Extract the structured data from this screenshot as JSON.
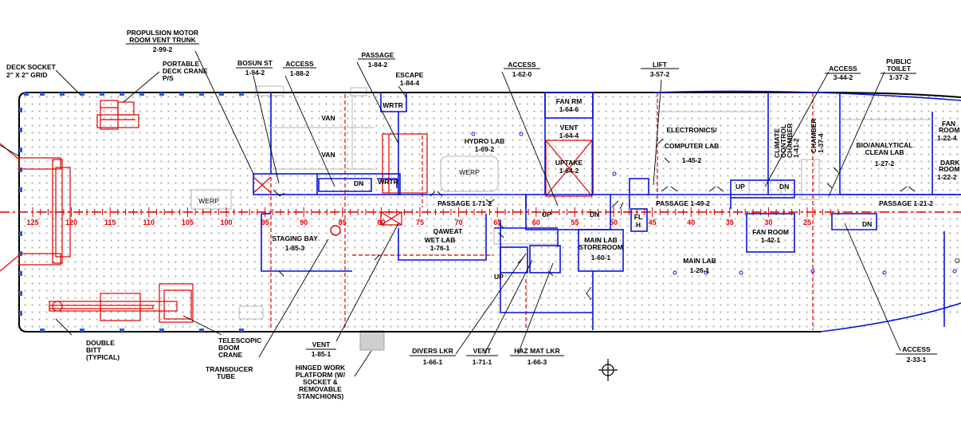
{
  "callouts": {
    "deck_socket": [
      "DECK SOCKET",
      "2\" X 2\" GRID"
    ],
    "portable_crane": [
      "PORTABLE",
      "DECK CRANE",
      "P/S"
    ],
    "propulsion": [
      "PROPULSION MOTOR",
      "ROOM VENT TRUNK",
      "2-99-2"
    ],
    "bosun": [
      "BOSUN ST",
      "1-94-2"
    ],
    "access_188": [
      "ACCESS",
      "1-88-2"
    ],
    "passage_184": [
      "PASSAGE",
      "1-84-2"
    ],
    "escape": [
      "ESCAPE",
      "1-84-4"
    ],
    "access_162": [
      "ACCESS",
      "1-62-0"
    ],
    "lift": [
      "LIFT",
      "3-57-2"
    ],
    "access_344": [
      "ACCESS",
      "3-44-2"
    ],
    "public_toilet": [
      "PUBLIC",
      "TOILET",
      "1-37-2"
    ],
    "double_bitt": [
      "DOUBLE",
      "BITT",
      "(TYPICAL)"
    ],
    "telescopic": [
      "TELESCOPIC",
      "BOOM",
      "CRANE"
    ],
    "transducer": [
      "TRANSDUCER",
      "TUBE"
    ],
    "vent_185": [
      "VENT",
      "1-85-1"
    ],
    "hinged": [
      "HINGED WORK",
      "PLATFORM (W/",
      "SOCKET &",
      "REMOVABLE",
      "STANCHIONS)"
    ],
    "divers": [
      "DIVERS LKR",
      "1-66-1"
    ],
    "vent_171": [
      "VENT",
      "1-71-1"
    ],
    "hazmat": [
      "HAZ MAT LKR",
      "1-66-3"
    ],
    "access_233": [
      "ACCESS",
      "2-33-1"
    ]
  },
  "rooms": {
    "van1": "VAN",
    "van2": "VAN",
    "werp1": "WERP",
    "werp2": "WERP",
    "wrtr1": "WRTR",
    "wrtr2": "WRTR",
    "fan_rm": [
      "FAN RM",
      "1-64-6"
    ],
    "vent_164": [
      "VENT",
      "1-64-4"
    ],
    "uptake": [
      "UPTAKE",
      "1-64-2"
    ],
    "hydro_lab": [
      "HYDRO LAB",
      "1-69-2"
    ],
    "electronics": [
      "ELECTRONICS/",
      "COMPUTER LAB",
      "1-45-2"
    ],
    "climate": [
      "CLIMATE",
      "CONTROL",
      "CHAMBER",
      "1-41-2"
    ],
    "chamber": [
      "CHAMBER",
      "1-37-4"
    ],
    "bio_lab": [
      "BIO/ANALYTICAL",
      "CLEAN LAB",
      "1-27-2"
    ],
    "fan_room_22": [
      "FAN",
      "ROOM",
      "1-22-4"
    ],
    "dark_room": [
      "DARK",
      "ROOM",
      "1-22-2"
    ],
    "passage_171": "PASSAGE 1-71-2",
    "passage_149": "PASSAGE 1-49-2",
    "passage_121": "PASSAGE 1-21-2",
    "staging_bay": [
      "STAGING BAY",
      "1-85-3"
    ],
    "wet_lab": [
      "WET LAB",
      "1-76-1"
    ],
    "qaweat": "QAWEAT",
    "main_lab_store": [
      "MAIN LAB",
      "STOREROOM",
      "1-60-1"
    ],
    "fan_room_42": [
      "FAN ROOM",
      "1-42-1"
    ],
    "main_lab": [
      "MAIN LAB",
      "1-26-1"
    ],
    "fl": [
      "FL",
      "H"
    ],
    "edge_o": "O",
    "up": "UP",
    "dn": "DN"
  },
  "frames": [
    "125",
    "120",
    "115",
    "110",
    "105",
    "100",
    "95",
    "90",
    "85",
    "80",
    "75",
    "70",
    "65",
    "60",
    "55",
    "50",
    "45",
    "40",
    "35",
    "30",
    "25"
  ],
  "colors": {
    "hull": "#000000",
    "room_walls": "#0a14d8",
    "equipment_and_centerline": "#e00000",
    "deck_grid": "#b0b0b0"
  }
}
